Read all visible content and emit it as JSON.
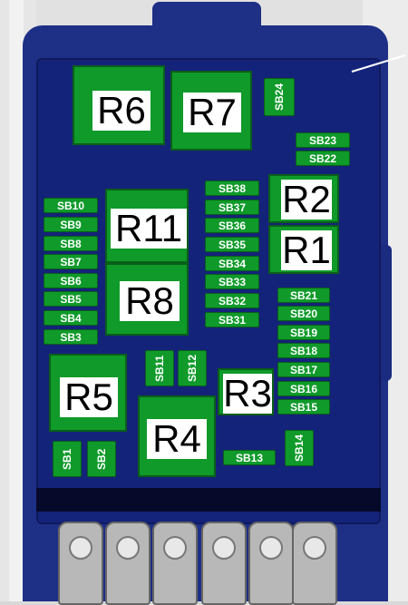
{
  "relays": [
    {
      "id": "R6",
      "label": "R6"
    },
    {
      "id": "R7",
      "label": "R7"
    },
    {
      "id": "R2",
      "label": "R2"
    },
    {
      "id": "R1",
      "label": "R1"
    },
    {
      "id": "R11",
      "label": "R11"
    },
    {
      "id": "R8",
      "label": "R8"
    },
    {
      "id": "R5",
      "label": "R5"
    },
    {
      "id": "R3",
      "label": "R3"
    },
    {
      "id": "R4",
      "label": "R4"
    }
  ],
  "fuses": [
    "SB1",
    "SB2",
    "SB3",
    "SB4",
    "SB5",
    "SB6",
    "SB7",
    "SB8",
    "SB9",
    "SB10",
    "SB11",
    "SB12",
    "SB13",
    "SB14",
    "SB15",
    "SB16",
    "SB17",
    "SB18",
    "SB19",
    "SB20",
    "SB21",
    "SB22",
    "SB23",
    "SB24",
    "SB31",
    "SB32",
    "SB33",
    "SB34",
    "SB35",
    "SB36",
    "SB37",
    "SB38"
  ],
  "colors": {
    "housing": "#1e2f86",
    "relay": "#0f9a2a",
    "label_bg": "#ffffff"
  }
}
